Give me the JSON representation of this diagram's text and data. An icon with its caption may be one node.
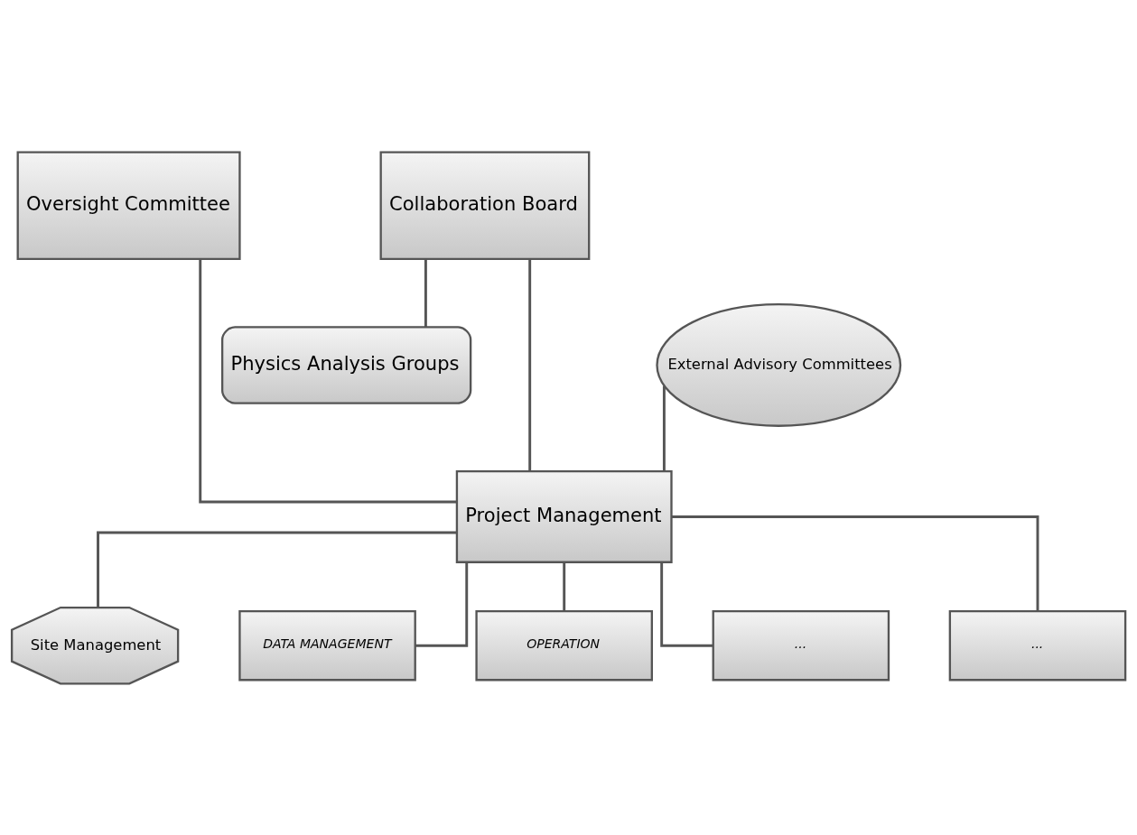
{
  "diagram": {
    "nodes": [
      {
        "text": [
          "Oversight Committee"
        ]
      },
      {
        "text": [
          "Collaboration Board"
        ]
      },
      {
        "text": [
          "External Advisory Committees"
        ]
      },
      {
        "text": [
          "Physics Analysis Groups"
        ]
      },
      {
        "text": [
          "Project Management"
        ]
      },
      {
        "text": [
          "Site Management"
        ]
      },
      {
        "text": [
          "DATA MANAGEMENT"
        ]
      },
      {
        "text": [
          "OPERATION"
        ]
      },
      {
        "text": [
          "..."
        ]
      },
      {
        "text": [
          "..."
        ]
      }
    ],
    "edges": [
      {
        "from": 0,
        "to": 4,
        "arrow": "none"
      },
      {
        "from": 1,
        "to": 4,
        "arrow": "none"
      },
      {
        "from": 2,
        "to": 4,
        "arrow": "none"
      },
      {
        "from": 1,
        "to": 3,
        "arrow": "none"
      },
      {
        "from": 4,
        "to": 5,
        "arrow": "none"
      },
      {
        "from": 4,
        "to": 6,
        "arrow": "none"
      },
      {
        "from": 4,
        "to": 7,
        "arrow": "none"
      },
      {
        "from": 4,
        "to": 8,
        "arrow": "none"
      },
      {
        "from": 4,
        "to": 9,
        "arrow": "none"
      }
    ]
  }
}
